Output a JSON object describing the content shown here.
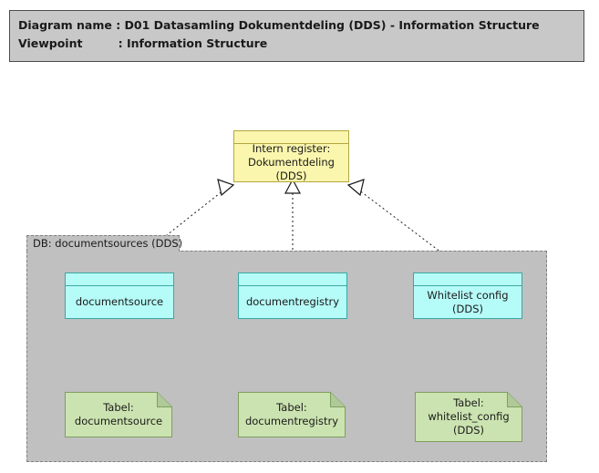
{
  "header": {
    "line1": "Diagram name : D01 Datasamling Dokumentdeling (DDS) - Information Structure",
    "line2": "Viewpoint         : Information Structure",
    "background": "#c8c8c8",
    "border": "#4d4d4d"
  },
  "group": {
    "label": "DB: documentsources (DDS)",
    "fill": "#c0c0c0",
    "border": "#808080"
  },
  "nodes": {
    "intern_register": {
      "label": "Intern register:\nDokumentdeling\n(DDS)",
      "fill": "#faf6ad",
      "border": "#b5a642"
    },
    "documentsource": {
      "label": "documentsource",
      "fill": "#b5fbf7",
      "border": "#3aa8a2"
    },
    "documentregistry": {
      "label": "documentregistry",
      "fill": "#b5fbf7",
      "border": "#3aa8a2"
    },
    "whitelist_config": {
      "label": "Whitelist config\n(DDS)",
      "fill": "#b5fbf7",
      "border": "#3aa8a2"
    },
    "tabel_documentsource": {
      "label": "Tabel:\ndocumentsource",
      "fill": "#cbe3b0",
      "border": "#7f9f5f"
    },
    "tabel_documentregistry": {
      "label": "Tabel:\ndocumentregistry",
      "fill": "#cbe3b0",
      "border": "#7f9f5f"
    },
    "tabel_whitelist_config": {
      "label": "Tabel:\nwhitelist_config\n(DDS)",
      "fill": "#cbe3b0",
      "border": "#7f9f5f"
    }
  },
  "connectors": {
    "style": "dashed",
    "arrowhead": "hollow-triangle",
    "color": "#1a1a1a",
    "items": [
      {
        "from": "documentsource",
        "to": "intern_register"
      },
      {
        "from": "documentregistry",
        "to": "intern_register"
      },
      {
        "from": "whitelist_config",
        "to": "intern_register"
      },
      {
        "from": "tabel_documentsource",
        "to": "documentsource"
      },
      {
        "from": "tabel_documentregistry",
        "to": "documentregistry"
      },
      {
        "from": "tabel_whitelist_config",
        "to": "whitelist_config"
      }
    ]
  }
}
